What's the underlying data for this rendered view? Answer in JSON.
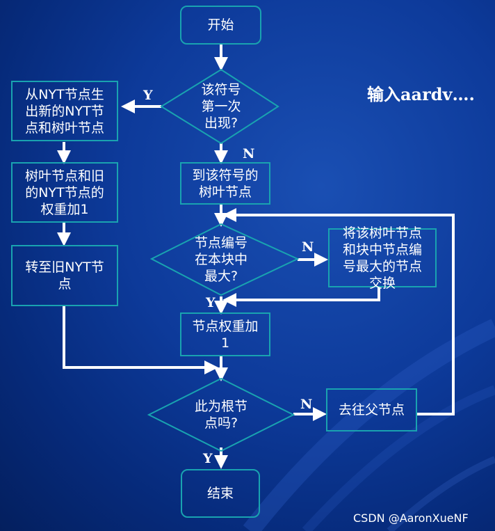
{
  "nodes": {
    "start": "开始",
    "create_nyt": "从NYT节点生\n出新的NYT节\n点和树叶节点",
    "inc_leaf_old_nyt": "树叶节点和旧\n的NYT节点的\n权重加1",
    "goto_old_nyt": "转至旧NYT节\n点",
    "first_time": "该符号\n第一次\n出现?",
    "to_leaf": "到该符号的\n树叶节点",
    "max_in_block": "节点编号\n在本块中\n最大?",
    "swap": "将该树叶节点\n和块中节点编\n号最大的节点\n交换",
    "inc_weight": "节点权重加\n1",
    "is_root": "此为根节\n点吗?",
    "goto_parent": "去往父节点",
    "end": "结束"
  },
  "labels": {
    "y1": "Y",
    "n1": "N",
    "n2": "N",
    "y2": "Y",
    "n3": "N",
    "y3": "Y"
  },
  "note": "输入aardv….",
  "watermark": "CSDN @AaronXueNF",
  "colors": {
    "border": "#19a3b0",
    "text": "#ffffff",
    "arrow": "#ffffff"
  }
}
